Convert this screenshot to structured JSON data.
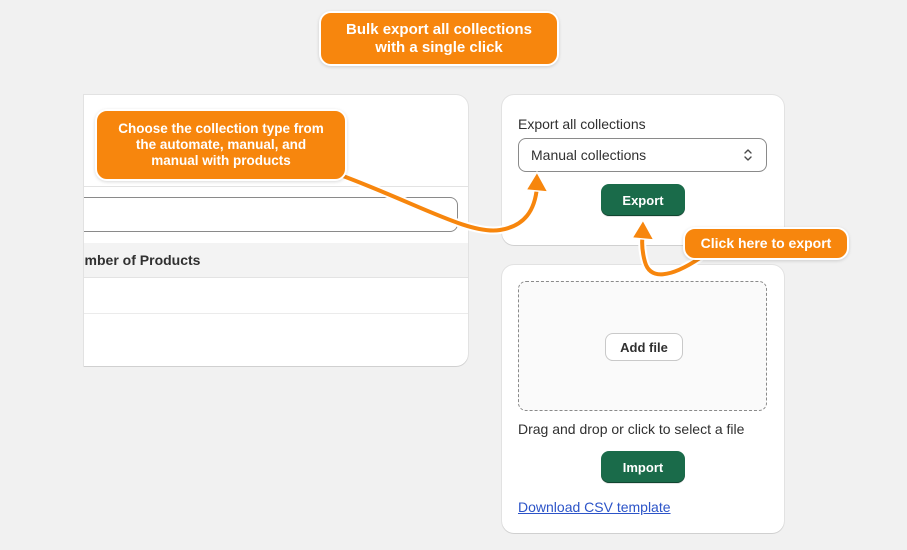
{
  "annotations": {
    "top": {
      "line1": "Bulk export all collections",
      "line2": "with a single click"
    },
    "left": {
      "line1": "Choose the collection type from",
      "line2": "the automate, manual, and",
      "line3": "manual with products"
    },
    "right": {
      "text": "Click here to export"
    },
    "color": "#f7860d"
  },
  "collections_table": {
    "search_value": "",
    "column_header": "umber of Products",
    "rows": [
      "",
      ""
    ]
  },
  "export_panel": {
    "label": "Export all collections",
    "select_value": "Manual collections",
    "export_button": "Export",
    "accent_color": "#1a6b4a"
  },
  "import_panel": {
    "add_file_button": "Add file",
    "drop_text": "Drag and drop or click to select a file",
    "import_button": "Import",
    "template_link": "Download CSV template",
    "link_color": "#2c54c8"
  }
}
